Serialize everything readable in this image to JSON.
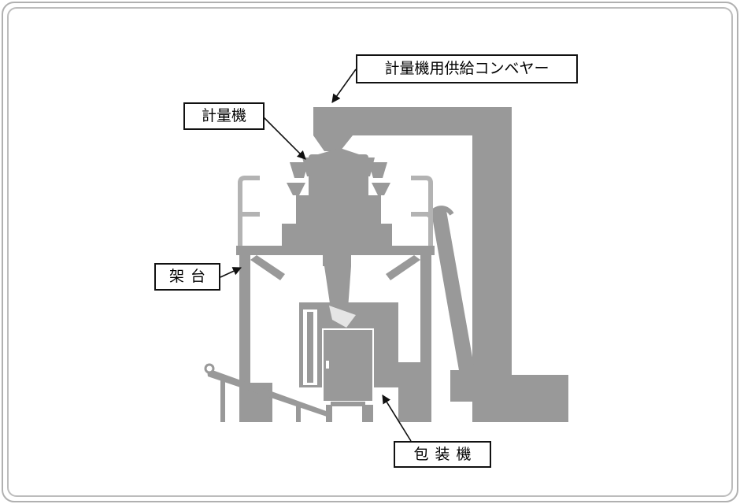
{
  "colors": {
    "machine_gray": "#999999",
    "machine_light": "#b3b3b3",
    "frame_border": "#b0b0b0",
    "label_border": "#111111"
  },
  "labels": {
    "conveyor": "計量機用供給コンベヤー",
    "scale": "計量機",
    "frame": "架台",
    "packer": "包装機"
  }
}
